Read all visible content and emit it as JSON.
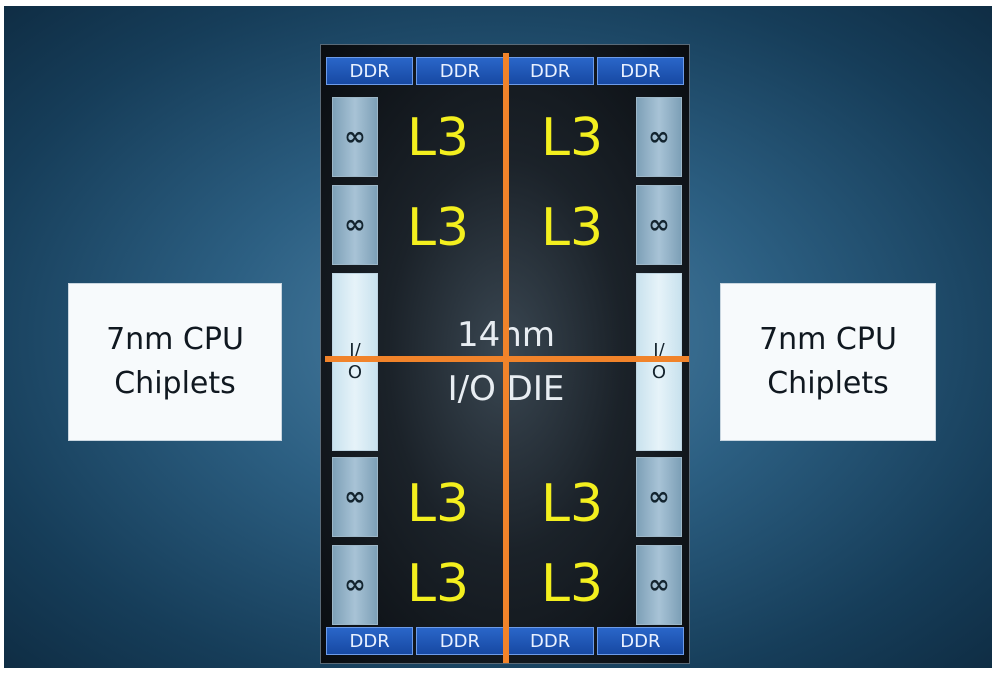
{
  "chiplets": {
    "left": {
      "line1": "7nm CPU",
      "line2": "Chiplets"
    },
    "right": {
      "line1": "7nm CPU",
      "line2": "Chiplets"
    }
  },
  "die": {
    "ddr_top": [
      "DDR",
      "DDR",
      "DDR",
      "DDR"
    ],
    "ddr_bottom": [
      "DDR",
      "DDR",
      "DDR",
      "DDR"
    ],
    "infinity_symbol": "∞",
    "l3_label": "L3",
    "io_side": {
      "top": "I/",
      "bottom": "O"
    },
    "center_line1": "14nm",
    "center_line2": "I/O DIE"
  },
  "colors": {
    "background": "#2c5f82",
    "cross_lines": "#f1832a",
    "l3_text": "#f3ef1e",
    "ddr": "#1749a3"
  }
}
